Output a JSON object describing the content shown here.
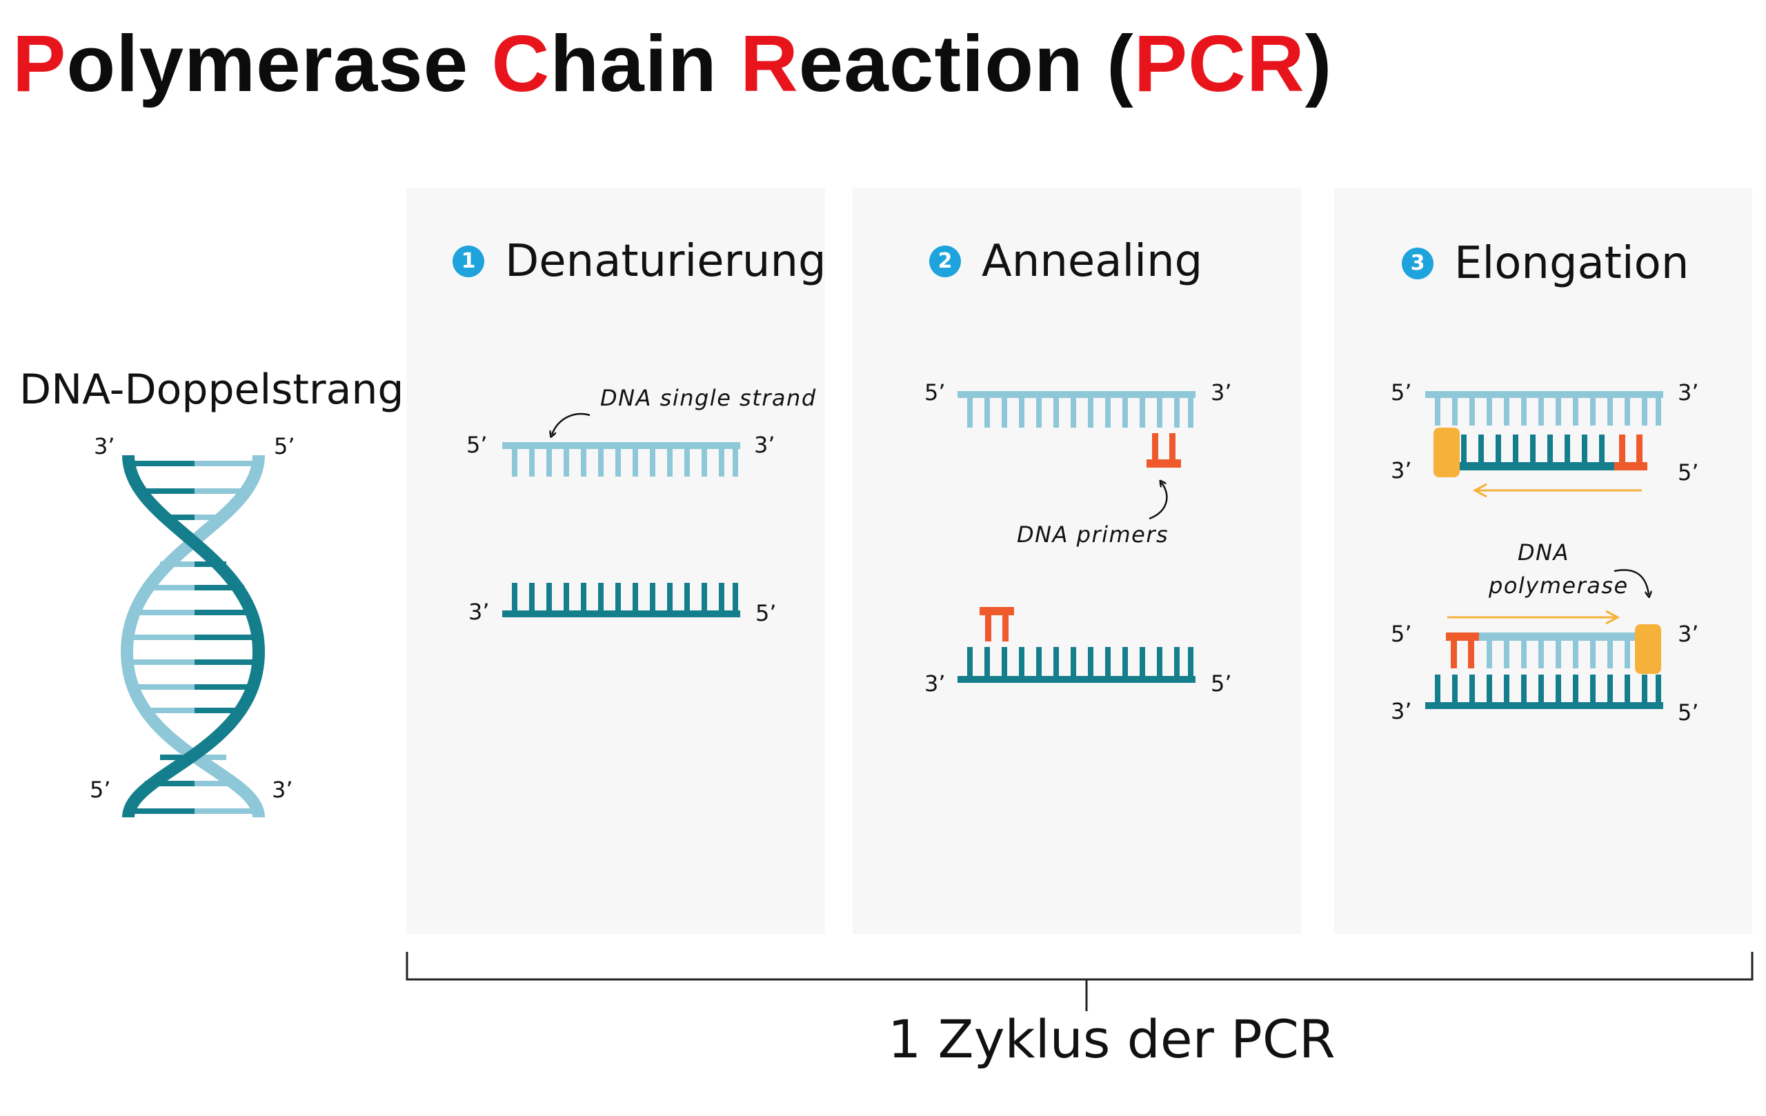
{
  "title": {
    "parts": [
      {
        "text": "P",
        "style": "red"
      },
      {
        "text": "olymerase ",
        "style": "blk"
      },
      {
        "text": "C",
        "style": "red"
      },
      {
        "text": "hain ",
        "style": "blk"
      },
      {
        "text": "R",
        "style": "red"
      },
      {
        "text": "eaction (",
        "style": "blk"
      },
      {
        "text": "PCR",
        "style": "red"
      },
      {
        "text": ")",
        "style": "blk"
      }
    ]
  },
  "colors": {
    "title_red": "#e8141c",
    "strand_light": "#8ec8d8",
    "strand_dark": "#157e8c",
    "primer": "#ee5a2b",
    "polymerase": "#f6b13b",
    "step_badge": "#1ea3dc",
    "panel_bg": "#f7f7f7"
  },
  "dna_double_strand": {
    "label": "DNA-Doppelstrang",
    "top_left": "3’",
    "top_right": "5’",
    "bottom_left": "5’",
    "bottom_right": "3’"
  },
  "steps": [
    {
      "number": "1",
      "label": "Denaturierung",
      "note": "DNA single strand",
      "top_strand": {
        "left": "5’",
        "right": "3’"
      },
      "bottom_strand": {
        "left": "3’",
        "right": "5’"
      }
    },
    {
      "number": "2",
      "label": "Annealing",
      "note": "DNA primers",
      "top_strand": {
        "left": "5’",
        "right": "3’"
      },
      "bottom_strand": {
        "left": "3’",
        "right": "5’"
      }
    },
    {
      "number": "3",
      "label": "Elongation",
      "note": "DNA\npolymerase",
      "note_line1": "DNA",
      "note_line2": "polymerase",
      "upper_pair": {
        "top_left": "5’",
        "top_right": "3’",
        "bottom_left": "3’",
        "bottom_right": "5’"
      },
      "lower_pair": {
        "top_left": "5’",
        "top_right": "3’",
        "bottom_left": "3’",
        "bottom_right": "5’"
      }
    }
  ],
  "cycle_label": "1 Zyklus der PCR"
}
